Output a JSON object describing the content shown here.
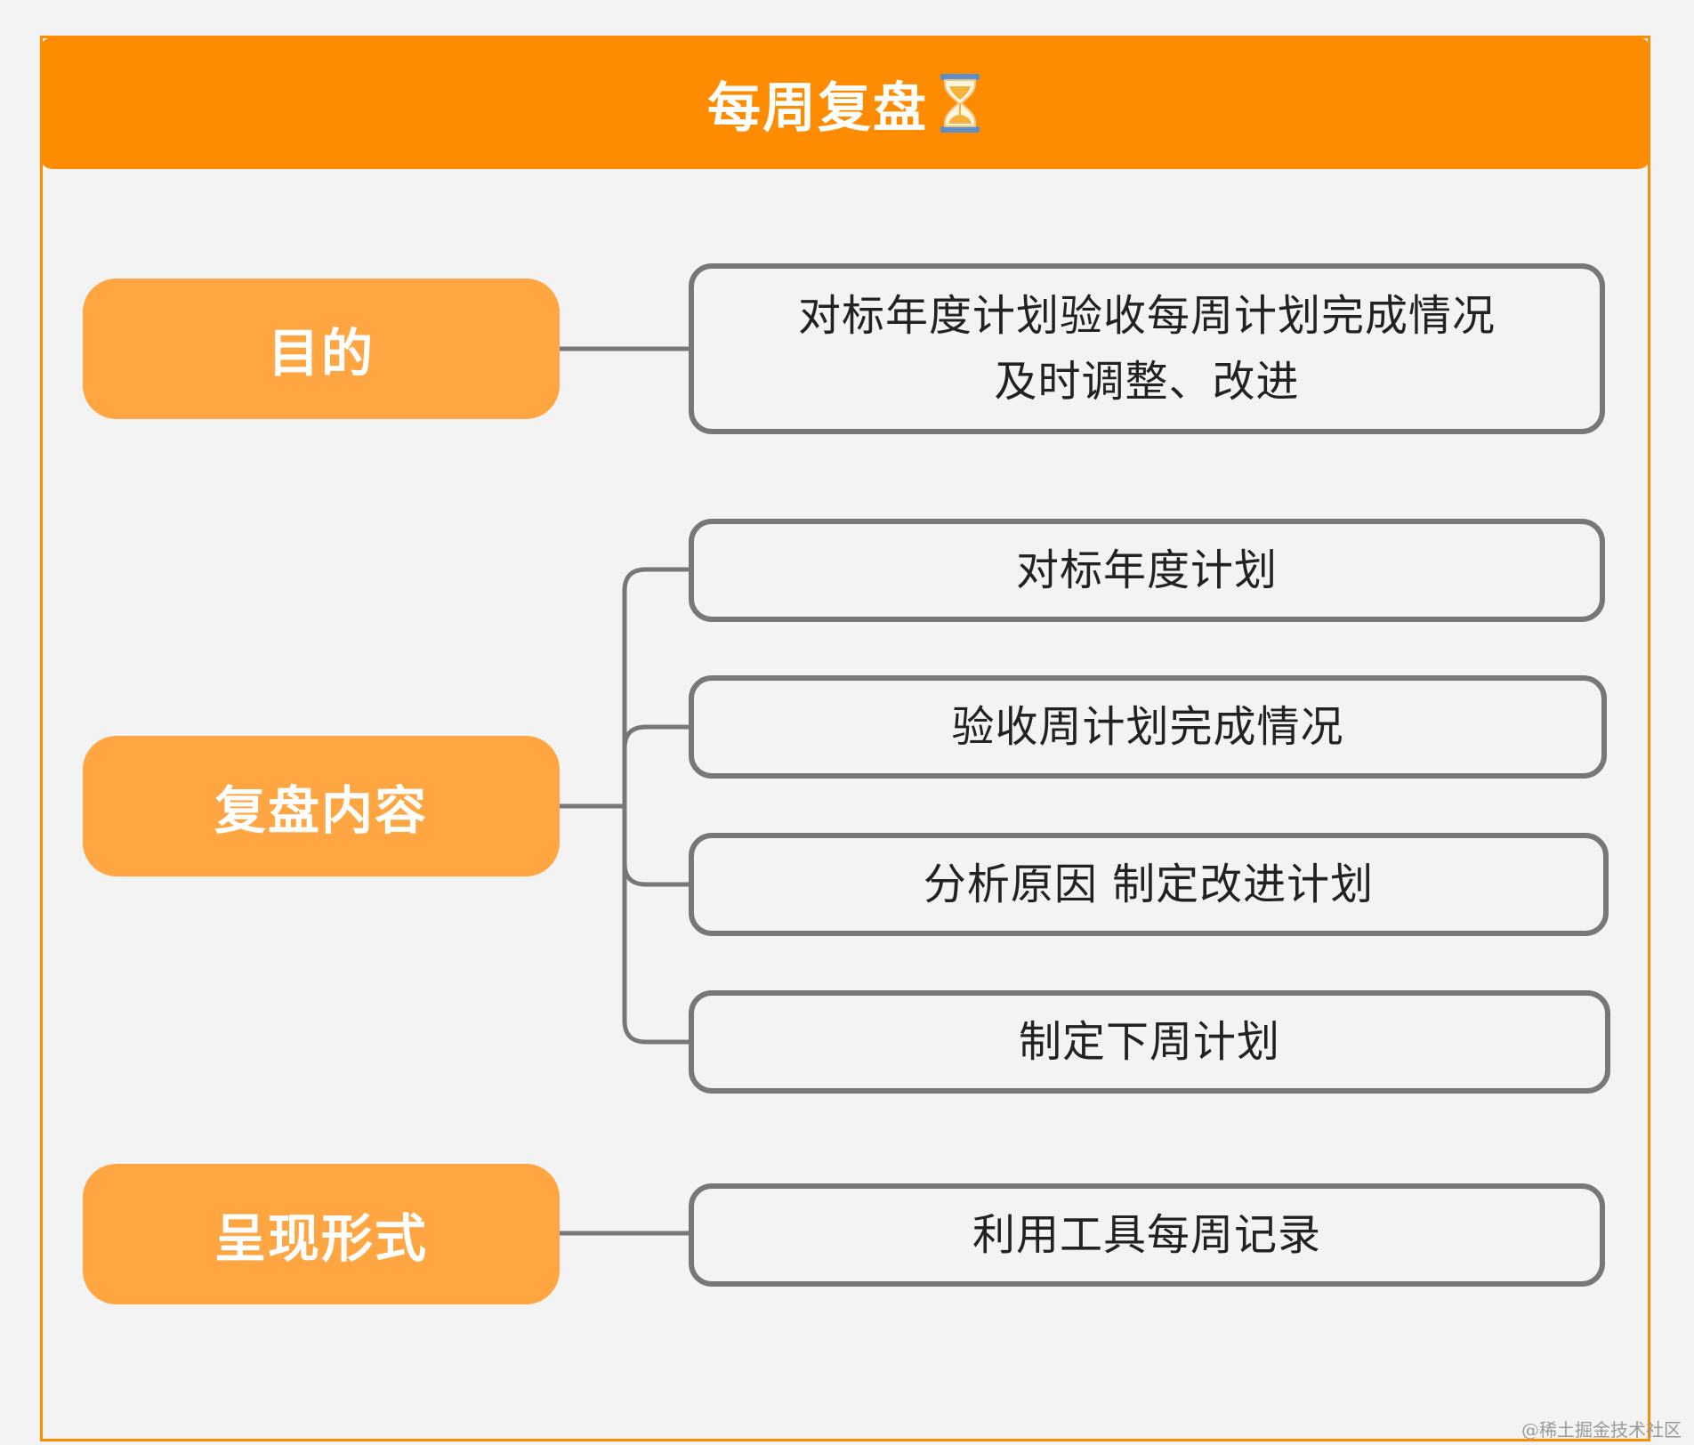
{
  "title": "每周复盘",
  "title_icon": "hourglass-icon",
  "colors": {
    "header_bg": "#fe8b00",
    "category_bg": "#ffa643",
    "item_border": "#777777",
    "connector": "#777777",
    "background": "#f3f3f3"
  },
  "sections": [
    {
      "label": "目的",
      "items": [
        {
          "lines": [
            "对标年度计划验收每周计划完成情况",
            "及时调整、改进"
          ]
        }
      ]
    },
    {
      "label": "复盘内容",
      "items": [
        {
          "lines": [
            "对标年度计划"
          ]
        },
        {
          "lines": [
            "验收周计划完成情况"
          ]
        },
        {
          "lines": [
            "分析原因 制定改进计划"
          ]
        },
        {
          "lines": [
            "制定下周计划"
          ]
        }
      ]
    },
    {
      "label": "呈现形式",
      "items": [
        {
          "lines": [
            "利用工具每周记录"
          ]
        }
      ]
    }
  ],
  "watermark": "@稀土掘金技术社区"
}
